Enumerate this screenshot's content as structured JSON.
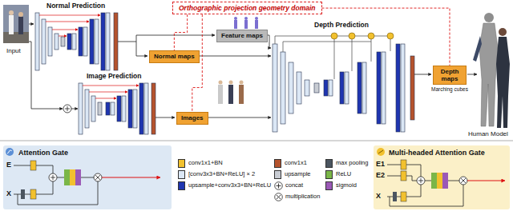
{
  "diagram": {
    "nodes": [
      {
        "text": [
          "Orthographic projection geometry domain"
        ]
      },
      {
        "text": [
          "Feature maps"
        ]
      },
      {
        "text": [
          "Normal maps"
        ]
      },
      {
        "text": [
          "Images"
        ]
      },
      {
        "text": [
          "Depth maps"
        ]
      },
      {
        "text": [
          "Attention Gate"
        ]
      },
      {
        "text": [
          "Multi-headed Attention Gate"
        ]
      }
    ],
    "edges": [
      {
        "from": 0,
        "to": 2,
        "arrow": "none"
      },
      {
        "from": 0,
        "to": 3,
        "arrow": "none"
      },
      {
        "from": 0,
        "to": 4,
        "arrow": "none"
      }
    ],
    "labels": [
      "Normal Prediction",
      "Input",
      "Image Prediction",
      "Depth Prediction",
      "Marching cubes",
      "Human Model",
      "E",
      "X",
      "E1",
      "E2",
      "X"
    ],
    "legend": [
      {
        "text": "conv1x1+BN",
        "color": "#f2c12e"
      },
      {
        "text": "[conv3x3+BN+ReLU] × 2",
        "color": "#dbe7f5"
      },
      {
        "text": "upsample+conv3x3+BN+ReLU",
        "color": "#1f35b0"
      },
      {
        "text": "conv1x1",
        "color": "#b5532d"
      },
      {
        "text": "upsample",
        "color": "#c8ccd3"
      },
      {
        "text": "concat"
      },
      {
        "text": "multiplication"
      },
      {
        "text": "max pooling",
        "color": "#4b5560"
      },
      {
        "text": "ReLU",
        "color": "#7ab648"
      },
      {
        "text": "sigmoid",
        "color": "#9b59b6"
      }
    ]
  }
}
